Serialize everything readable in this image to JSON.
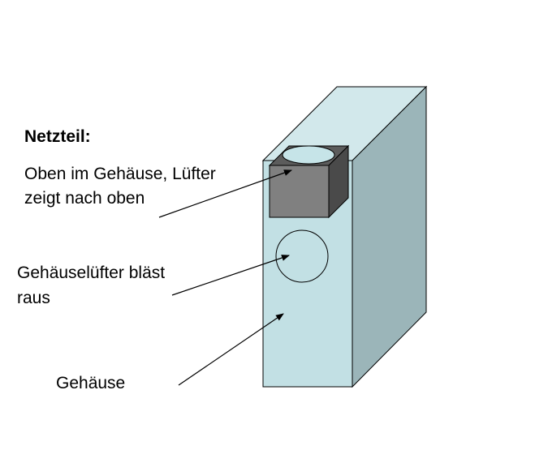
{
  "labels": {
    "title": "Netzteil:",
    "psu_line1": "Oben im Gehäuse, Lüfter",
    "psu_line2": "zeigt nach oben",
    "fan_line1": "Gehäuselüfter bläst",
    "fan_line2": "raus",
    "case": "Gehäuse"
  },
  "colors": {
    "case_front": "#c2e0e4",
    "case_top": "#d2e8eb",
    "case_side": "#9bb5b9",
    "psu_front": "#808080",
    "psu_top": "#5c5c5c",
    "psu_side": "#4a4a4a",
    "psu_fan": "#c6e4e8",
    "outline": "#000000"
  }
}
